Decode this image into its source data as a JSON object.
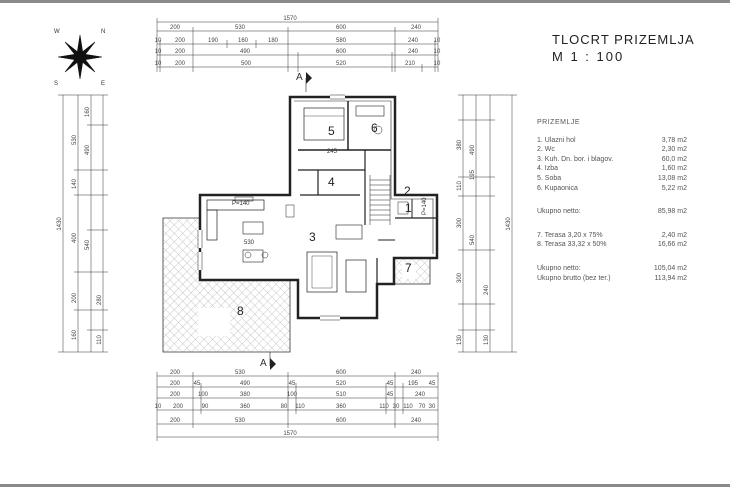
{
  "title": "TLOCRT PRIZEMLJA",
  "scale": "M 1 : 100",
  "section_marker": "A",
  "compass": {
    "letters": [
      "N",
      "E",
      "S",
      "W"
    ]
  },
  "legend": {
    "header": "PRIZEMLJE",
    "rooms": [
      {
        "label": "1.  Ulazni hol",
        "value": "3,78 m2"
      },
      {
        "label": "2.  Wc",
        "value": "2,30 m2"
      },
      {
        "label": "3.  Kuh. Dn. bor. i blagov.",
        "value": "60,0 m2"
      },
      {
        "label": "4.  Izba",
        "value": "1,60 m2"
      },
      {
        "label": "5.  Soba",
        "value": "13,08 m2"
      },
      {
        "label": "6.  Kupaonica",
        "value": "5,22 m2"
      }
    ],
    "net1": {
      "label": "Ukupno netto:",
      "value": "85,98 m2"
    },
    "terraces": [
      {
        "label": "7.  Terasa  3,20 x 75%",
        "value": "2,40 m2"
      },
      {
        "label": "8.  Terasa 33,32 x 50%",
        "value": "16,66 m2"
      }
    ],
    "net2": {
      "label": "Ukupno netto:",
      "value": "105,04 m2"
    },
    "gross": {
      "label": "Ukupno brutto (bez ter.)",
      "value": "113,94 m2"
    }
  },
  "rooms_on_plan": [
    "1",
    "2",
    "3",
    "4",
    "5",
    "6",
    "7",
    "8"
  ],
  "plan_notes": [
    "P=140",
    "530",
    "245",
    "P=140"
  ],
  "top_dims": {
    "total": "1570",
    "row1": [
      "200",
      "530",
      "600",
      "240"
    ],
    "row2": [
      "10",
      "200",
      "190",
      "160",
      "180",
      "580",
      "240",
      "10"
    ],
    "row3": [
      "10",
      "200",
      "490",
      "600",
      "240",
      "10"
    ],
    "row4": [
      "10",
      "200",
      "500",
      "520",
      "210",
      "10"
    ]
  },
  "bottom_dims": {
    "row1": [
      "200",
      "530",
      "600",
      "240"
    ],
    "row2": [
      "200",
      "45",
      "490",
      "45",
      "520",
      "45",
      "195",
      "45"
    ],
    "row3": [
      "200",
      "100",
      "380",
      "100",
      "510",
      "45",
      "240"
    ],
    "row4": [
      "10",
      "200",
      "90",
      "360",
      "80",
      "110",
      "360",
      "110",
      "30",
      "110",
      "70",
      "30"
    ],
    "row5": [
      "200",
      "530",
      "600",
      "240"
    ],
    "total": "1570"
  },
  "left_dims": {
    "total": "1430",
    "outer": [
      "530",
      "140",
      "400",
      "200",
      "160"
    ],
    "inner": [
      "160",
      "490",
      "540",
      "280",
      "110"
    ]
  },
  "right_dims": {
    "total": "1430",
    "outer": [
      "380",
      "110",
      "300",
      "300",
      "130"
    ],
    "inner": [
      "490",
      "195",
      "540",
      "240",
      "130"
    ]
  }
}
